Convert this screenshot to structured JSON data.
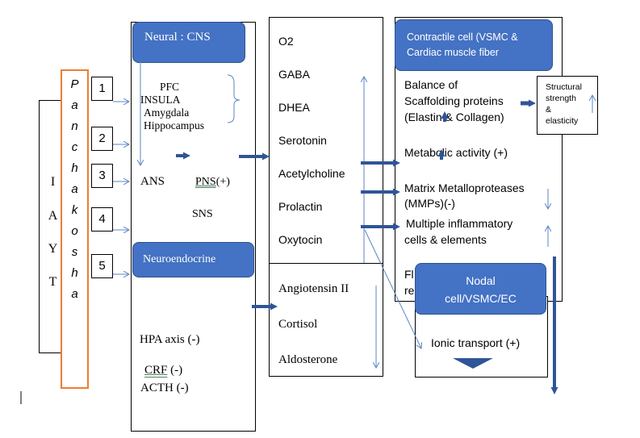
{
  "iayt": [
    "I",
    "A",
    "Y",
    "T"
  ],
  "panchakosha": [
    "P",
    "a",
    "n",
    "c",
    "h",
    "a",
    "k",
    "o",
    "s",
    "h",
    "a"
  ],
  "numbers": [
    "1",
    "2",
    "3",
    "4",
    "5"
  ],
  "neural": {
    "title": "Neural : CNS",
    "brain": [
      "PFC",
      "INSULA",
      "Amygdala",
      "Hippocampus"
    ],
    "ans": "ANS",
    "pns": "PNS",
    "pns_sign": "(+)",
    "sns": "SNS"
  },
  "neuroendocrine": {
    "title": "Neuroendocrine",
    "hpa": "HPA axis (-)",
    "crf": "CRF",
    "crf_sign": " (-)",
    "acth": "ACTH  (-)"
  },
  "molecules": [
    "O2",
    "GABA",
    "DHEA",
    "Serotonin",
    "Acetylcholine",
    "Prolactin",
    "Oxytocin"
  ],
  "hormones": [
    "Angiotensin II",
    "Cortisol",
    "Aldosterone"
  ],
  "contractile": {
    "title_line1": "Contractile cell (VSMC &",
    "title_line2": "Cardiac muscle fiber",
    "balance": [
      "Balance of",
      "Scaffolding proteins",
      "(Elastin & Collagen)"
    ],
    "metabolic": "Metabolic activity (+)",
    "mmp": [
      "Matrix Metalloproteases",
      "(MMPs)(-)"
    ],
    "inflammatory": [
      "Multiple inflammatory",
      "cells & elements"
    ],
    "hidden_fragment": [
      "Fl",
      "re"
    ]
  },
  "structural": [
    "Structural",
    "strength",
    "&",
    "elasticity"
  ],
  "nodal": {
    "title_line1": "Nodal",
    "title_line2": "cell/VSMC/EC",
    "ionic": "Ionic transport (+)"
  }
}
